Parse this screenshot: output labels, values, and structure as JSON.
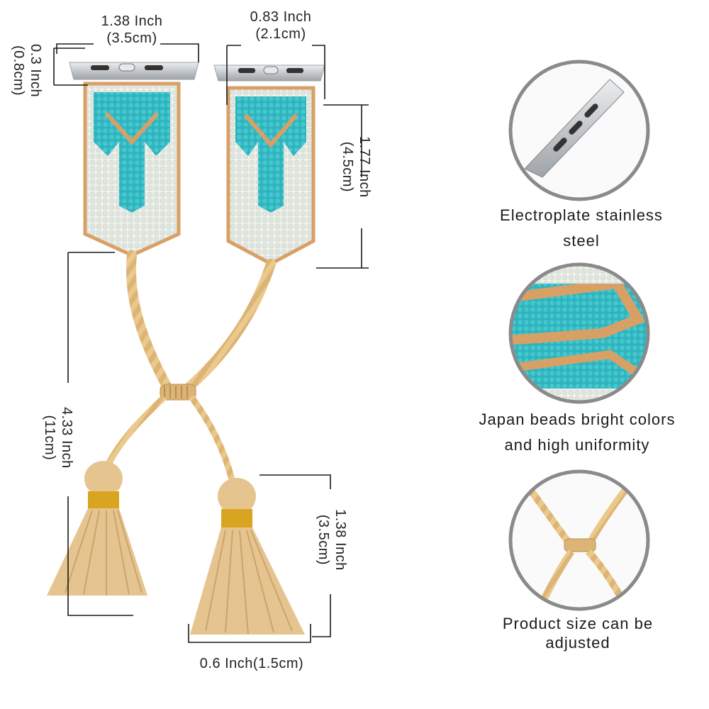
{
  "dimensions": {
    "top_width": {
      "inch": "1.38 Inch",
      "cm": "(3.5cm)"
    },
    "end_width": {
      "inch": "0.83 Inch",
      "cm": "(2.1cm)"
    },
    "lug_height": {
      "inch": "0.3 Inch",
      "cm": "(0.8cm)"
    },
    "bead_length": {
      "inch": "1.77 Inch",
      "cm": "(4.5cm)"
    },
    "braid_length": {
      "inch": "4.33 Inch",
      "cm": "(11cm)"
    },
    "tassel_length": {
      "inch": "1.38 Inch",
      "cm": "(3.5cm)"
    },
    "tassel_width": "0.6 Inch(1.5cm)"
  },
  "features": [
    {
      "icon": "stainless-connector-icon",
      "lines": [
        "Electroplate stainless",
        "steel"
      ]
    },
    {
      "icon": "japan-beads-icon",
      "lines": [
        "Japan beads bright colors",
        "and high uniformity"
      ]
    },
    {
      "icon": "adjustable-knot-icon",
      "lines": [
        "Product size can be",
        "adjusted"
      ]
    }
  ],
  "colors": {
    "turquoise": "#3fc0c9",
    "bead_gold": "#d9a066",
    "bead_white": "#eef1ea",
    "thread": "#ebc98c",
    "tassel": "#e6c48f",
    "gold_band": "#d9a420",
    "steel": "#c9ccd0",
    "circle_border": "#8a8a8a"
  }
}
